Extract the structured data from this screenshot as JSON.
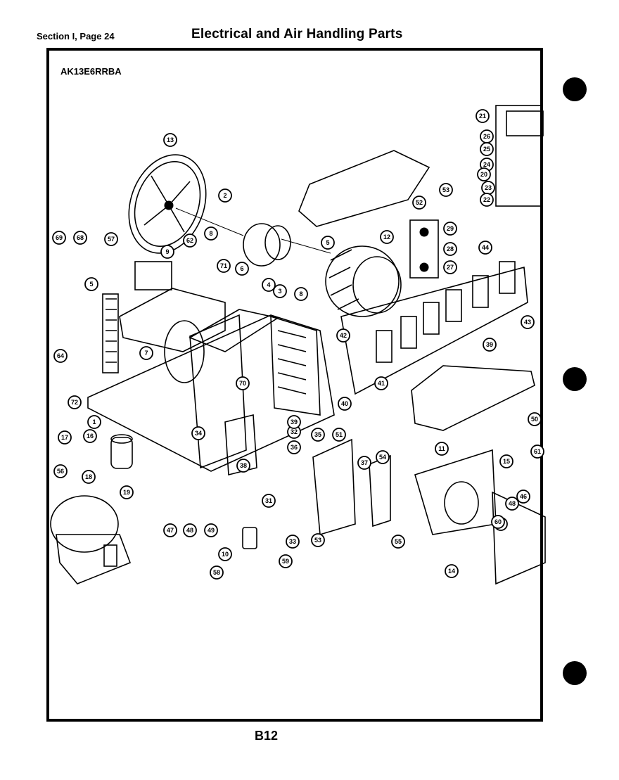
{
  "header": {
    "section": "Section I, Page 24",
    "title": "Electrical and Air Handling Parts"
  },
  "model": "AK13E6RRBA",
  "page_code": "B12",
  "callouts": [
    "13",
    "2",
    "5",
    "8",
    "9",
    "62",
    "71",
    "6",
    "4",
    "3",
    "8",
    "12",
    "44",
    "43",
    "42",
    "41",
    "40",
    "39",
    "1",
    "7",
    "70",
    "72",
    "64",
    "10",
    "17",
    "18",
    "16",
    "19",
    "56",
    "47",
    "48",
    "49",
    "59",
    "58",
    "57",
    "5",
    "61",
    "50",
    "51",
    "15",
    "11",
    "14",
    "49",
    "48",
    "46",
    "55",
    "53",
    "54",
    "37",
    "31",
    "35",
    "36",
    "38",
    "32",
    "33",
    "34",
    "21",
    "26",
    "25",
    "24",
    "20",
    "23",
    "22",
    "52",
    "53",
    "29",
    "28",
    "27",
    "39",
    "69",
    "68",
    "60"
  ]
}
